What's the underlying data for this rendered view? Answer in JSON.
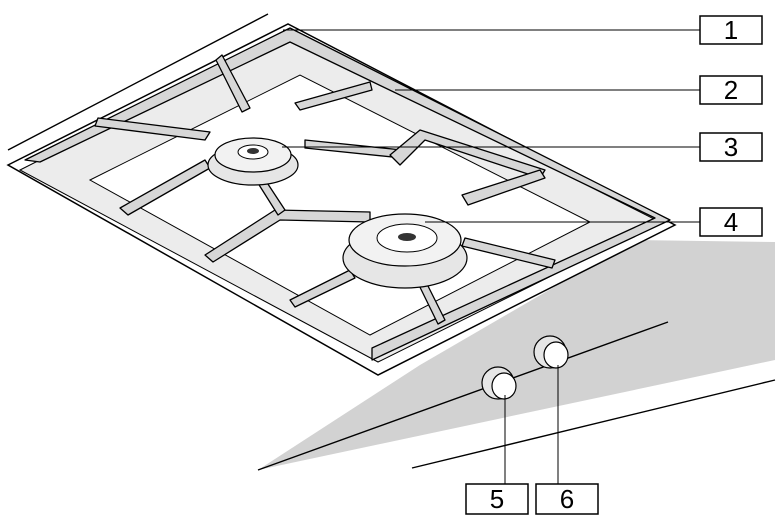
{
  "diagram": {
    "colors": {
      "counter_fill": "#d2d2d2",
      "grate_fill": "#d7d7d7",
      "burner_fill": "#e6e6e6",
      "outline": "#000000",
      "background": "#ffffff"
    },
    "callouts": [
      {
        "number": "1"
      },
      {
        "number": "2"
      },
      {
        "number": "3"
      },
      {
        "number": "4"
      },
      {
        "number": "5"
      },
      {
        "number": "6"
      }
    ]
  }
}
